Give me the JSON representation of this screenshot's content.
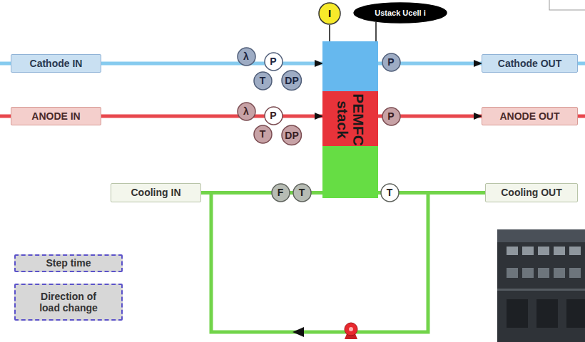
{
  "diagram": {
    "nodes": [
      {
        "text": [
          "I"
        ]
      },
      {
        "text": [
          "Ustack Ucell i"
        ]
      },
      {
        "text": [
          "Cathode IN"
        ]
      },
      {
        "text": [
          "λ"
        ]
      },
      {
        "text": [
          "P"
        ]
      },
      {
        "text": [
          "T"
        ]
      },
      {
        "text": [
          "DP"
        ]
      },
      {
        "text": [
          "PEMFC stack"
        ]
      },
      {
        "text": [
          "P"
        ]
      },
      {
        "text": [
          "Cathode OUT"
        ]
      },
      {
        "text": [
          "ANODE IN"
        ]
      },
      {
        "text": [
          "λ"
        ]
      },
      {
        "text": [
          "P"
        ]
      },
      {
        "text": [
          "T"
        ]
      },
      {
        "text": [
          "DP"
        ]
      },
      {
        "text": [
          "P"
        ]
      },
      {
        "text": [
          "ANODE OUT"
        ]
      },
      {
        "text": [
          "Cooling IN"
        ]
      },
      {
        "text": [
          "F"
        ]
      },
      {
        "text": [
          "T"
        ]
      },
      {
        "text": [
          "T"
        ]
      },
      {
        "text": [
          "Cooling OUT"
        ]
      },
      {
        "text": [
          "Step time"
        ]
      },
      {
        "text": [
          "Direction of load change"
        ]
      }
    ],
    "edges": [
      {
        "from": 0,
        "to": 7,
        "arrow": "none"
      },
      {
        "from": 1,
        "to": 7,
        "arrow": "none"
      },
      {
        "from": 2,
        "to": 7,
        "arrow": "to"
      },
      {
        "from": 7,
        "to": 9,
        "arrow": "to"
      },
      {
        "from": 10,
        "to": 7,
        "arrow": "to"
      },
      {
        "from": 7,
        "to": 16,
        "arrow": "to"
      },
      {
        "from": 17,
        "to": 7,
        "arrow": "none"
      },
      {
        "from": 7,
        "to": 21,
        "arrow": "none"
      }
    ]
  }
}
